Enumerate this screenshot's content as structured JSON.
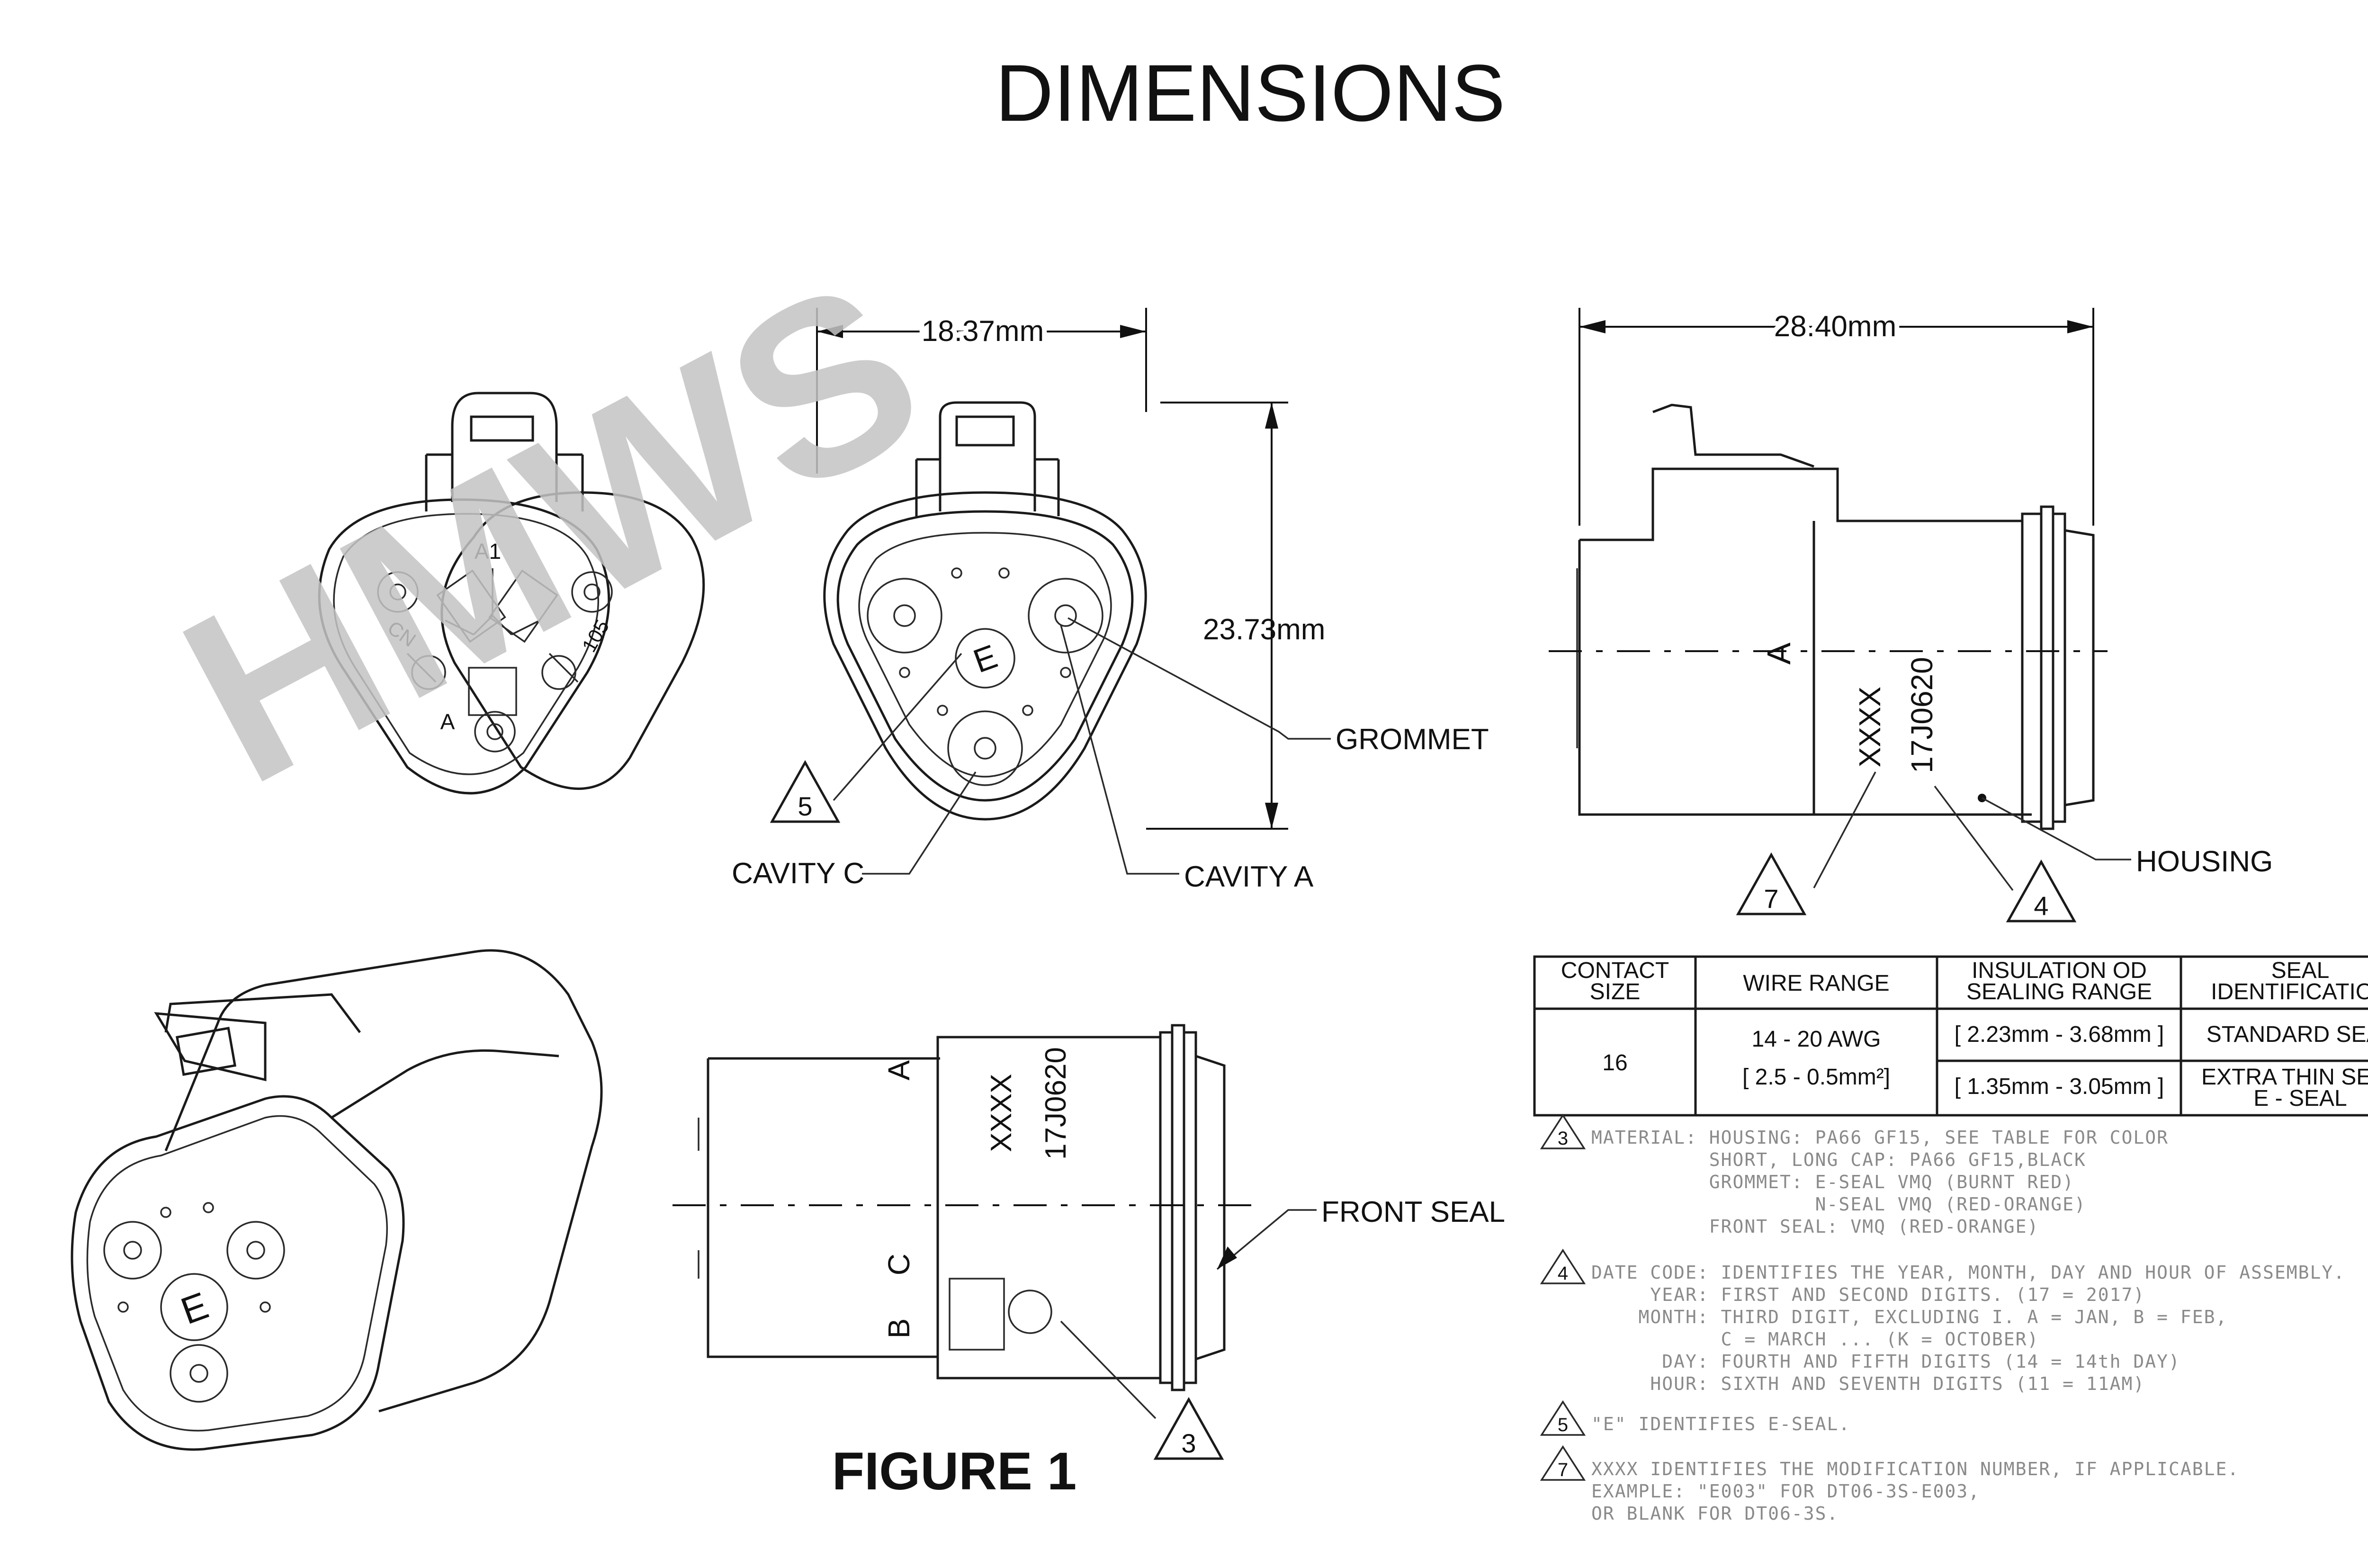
{
  "title": "DIMENSIONS",
  "watermark": "HMWS",
  "figure_caption": "FIGURE 1",
  "dimensions": {
    "front_width": "18.37mm",
    "front_height": "23.73mm",
    "side_length": "28.40mm"
  },
  "callouts": {
    "grommet": "GROMMET",
    "cavity_c": "CAVITY C",
    "cavity_a": "CAVITY A",
    "housing": "HOUSING",
    "front_seal": "FRONT SEAL",
    "balloon_5": "5",
    "balloon_7": "7",
    "balloon_4": "4",
    "balloon_3": "3"
  },
  "part_markings": {
    "cavity_letter": "A",
    "mod_number": "XXXX",
    "date_code": "17J0620",
    "cavity_b": "B",
    "cavity_c": "C",
    "rear_cavity_a": "A1",
    "rear_cavity_b": "A",
    "rear_text_left": "CN",
    "rear_text_right": "105",
    "e_logo": "E"
  },
  "table": {
    "headers": [
      "CONTACT\nSIZE",
      "WIRE RANGE",
      "INSULATION OD\nSEALING RANGE",
      "SEAL\nIDENTIFICATION"
    ],
    "contact_size": "16",
    "wire_range_awg": "14 - 20 AWG",
    "wire_range_mm": "[ 2.5 - 0.5mm²]",
    "rows": [
      {
        "insulation": "[ 2.23mm - 3.68mm ]",
        "seal": "STANDARD SEAL"
      },
      {
        "insulation": "[ 1.35mm - 3.05mm ]",
        "seal": "EXTRA THIN SEAL\nE - SEAL"
      }
    ]
  },
  "notes": [
    {
      "num": "3",
      "lines": [
        "MATERIAL: HOUSING: PA66 GF15, SEE TABLE FOR COLOR",
        "          SHORT, LONG CAP: PA66 GF15,BLACK",
        "          GROMMET: E-SEAL VMQ (BURNT RED)",
        "                   N-SEAL VMQ (RED-ORANGE)",
        "          FRONT SEAL: VMQ (RED-ORANGE)"
      ]
    },
    {
      "num": "4",
      "lines": [
        "DATE CODE: IDENTIFIES THE YEAR, MONTH, DAY AND HOUR OF ASSEMBLY.",
        "     YEAR: FIRST AND SECOND DIGITS. (17 = 2017)",
        "    MONTH: THIRD DIGIT, EXCLUDING I. A = JAN, B = FEB,",
        "           C = MARCH ... (K = OCTOBER)",
        "      DAY: FOURTH AND FIFTH DIGITS (14 = 14th DAY)",
        "     HOUR: SIXTH AND SEVENTH DIGITS (11 = 11AM)"
      ]
    },
    {
      "num": "5",
      "lines": [
        "\"E\" IDENTIFIES E-SEAL."
      ]
    },
    {
      "num": "7",
      "lines": [
        "XXXX IDENTIFIES THE MODIFICATION NUMBER, IF APPLICABLE.",
        "EXAMPLE: \"E003\" FOR DT06-3S-E003,",
        "OR BLANK FOR DT06-3S."
      ]
    }
  ]
}
